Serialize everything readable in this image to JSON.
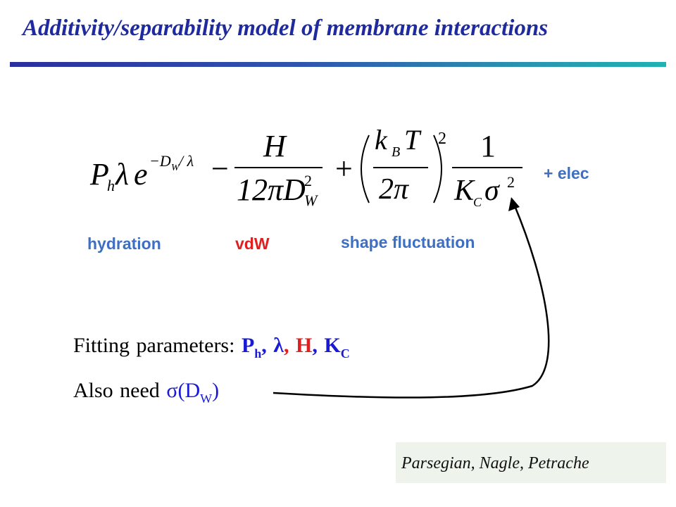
{
  "slide": {
    "title": "Additivity/separability model of membrane interactions",
    "equation": {
      "term1": {
        "P": "P",
        "h": "h",
        "lambda": "λ",
        "e": "e",
        "exp": "−D",
        "exp_sub": "W",
        "exp_tail": " / λ"
      },
      "minus": "−",
      "term2": {
        "numerator": "H",
        "denominator": "12πD",
        "den_sub": "W",
        "den_sup": "2"
      },
      "plus": "+",
      "term3": {
        "numerator": "k",
        "num_sub": "B",
        "num_tail": "T",
        "denominator": "2π",
        "power": "2"
      },
      "term4": {
        "numerator": "1",
        "denominator": "K",
        "den_sub": "C",
        "den_tail": "σ",
        "den_sup": "2"
      }
    },
    "labels": {
      "hydration": "hydration",
      "vdw": "vdW",
      "shape": "shape fluctuation",
      "elec": "+ elec"
    },
    "fitting": {
      "prefix": "Fitting parameters:",
      "p_h": "P",
      "p_h_sub": "h",
      "lambda": ", λ",
      "h": ", H",
      "k_c": ", K",
      "k_c_sub": "C"
    },
    "need": {
      "prefix": "Also need",
      "sigma": "σ",
      "open": "(D",
      "sub": "W",
      "close": ")"
    },
    "citation": "Parsegian, Nagle, Petrache",
    "colors": {
      "title": "#1e2a9e",
      "label_blue": "#3f6fc0",
      "label_red": "#e02020",
      "param_blue": "#1a1ad6",
      "citation_bg": "#eef4ec"
    }
  }
}
